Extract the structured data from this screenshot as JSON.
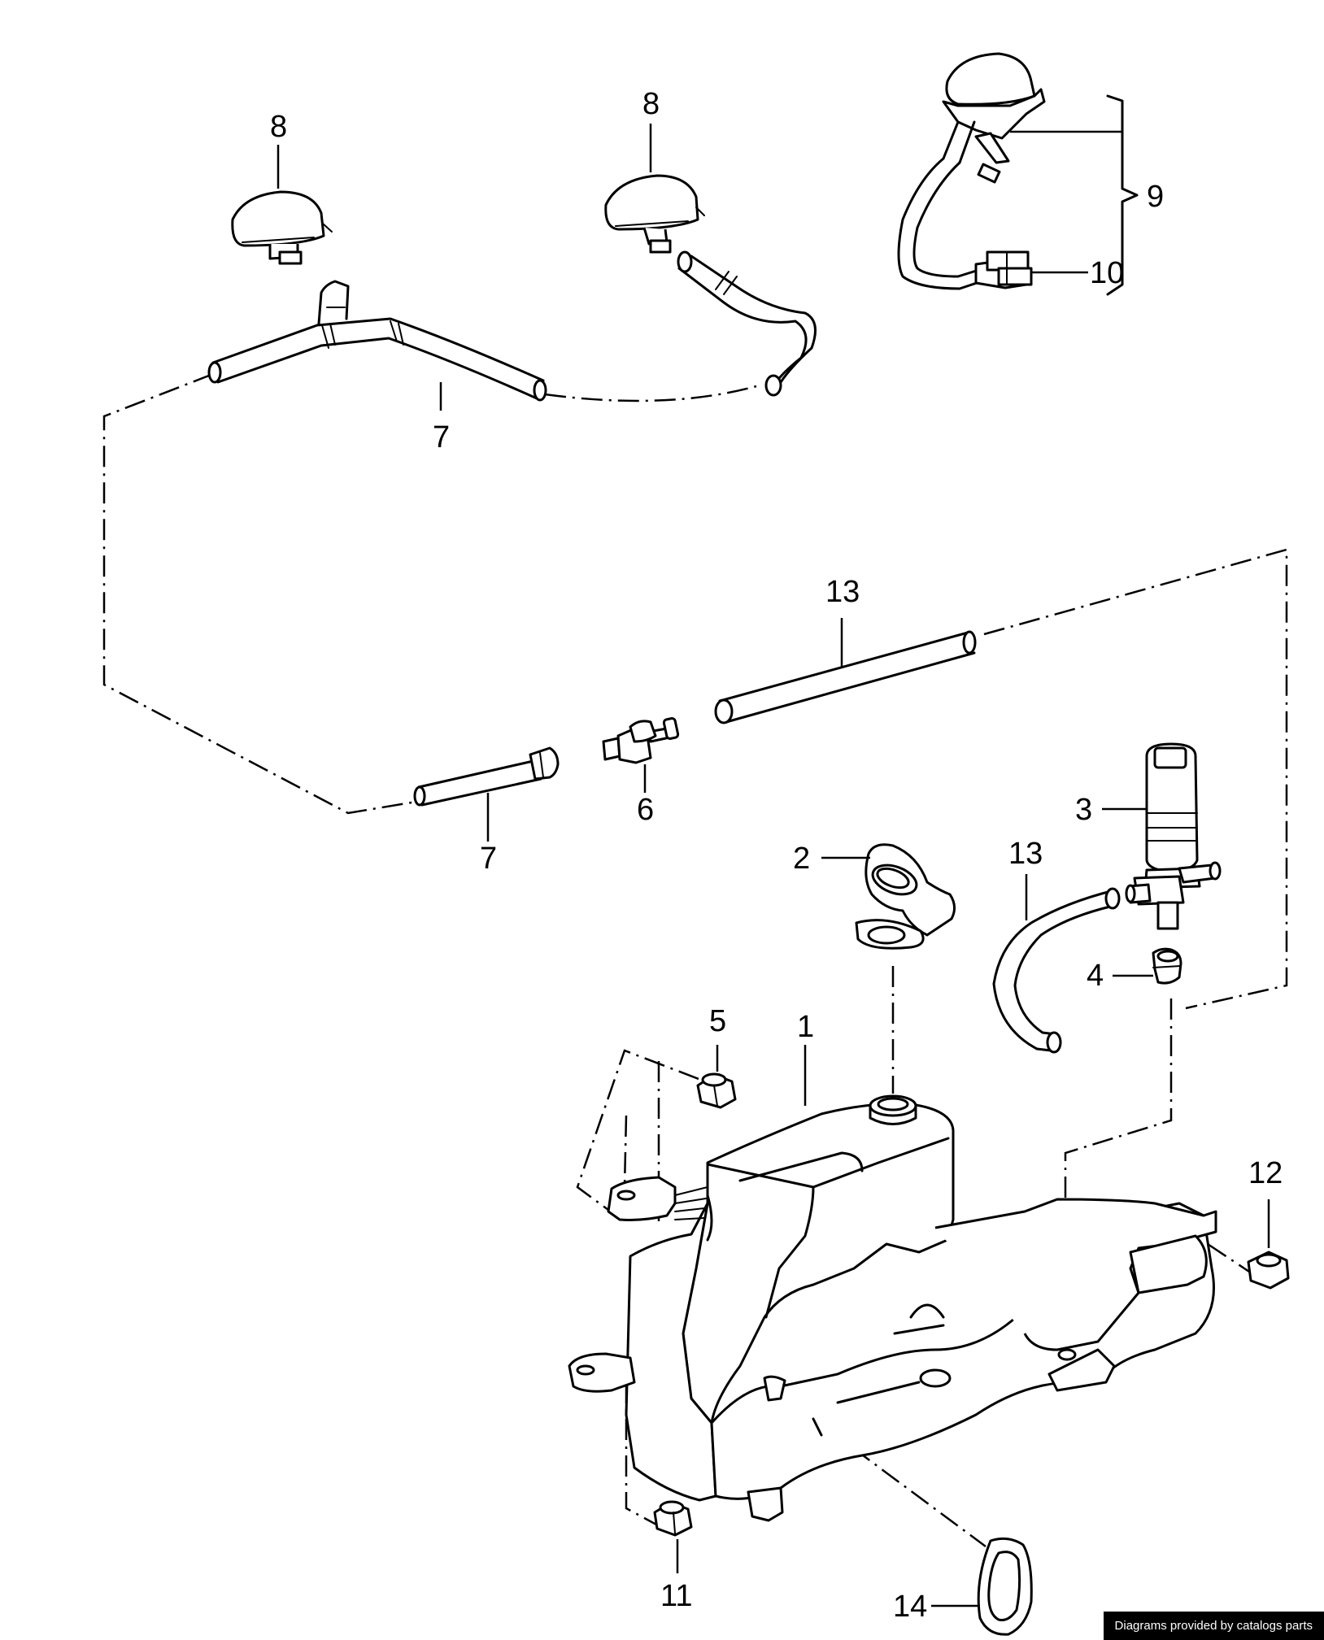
{
  "callouts": {
    "c1": "1",
    "c2": "2",
    "c3": "3",
    "c4": "4",
    "c5": "5",
    "c6": "6",
    "c7a": "7",
    "c7b": "7",
    "c8a": "8",
    "c8b": "8",
    "c9": "9",
    "c10": "10",
    "c11": "11",
    "c12": "12",
    "c13a": "13",
    "c13b": "13",
    "c14": "14"
  },
  "credit": "Diagrams provided by catalogs parts"
}
